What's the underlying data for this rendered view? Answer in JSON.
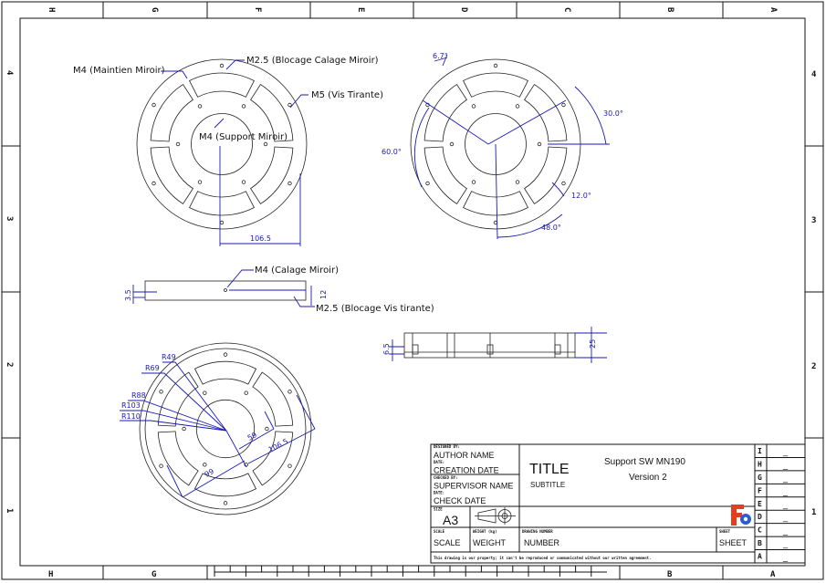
{
  "border": {
    "top_letters": [
      "H",
      "G",
      "F",
      "E",
      "D",
      "C",
      "B",
      "A"
    ],
    "bottom_letters": [
      "H",
      "G",
      "B",
      "A"
    ],
    "row_numbers": [
      "4",
      "3",
      "2",
      "1"
    ]
  },
  "views": {
    "top_left": {
      "labels": [
        "M4 (Maintien Miroir)",
        "M2.5 (Blocage Calage Miroir)",
        "M5 (Vis Tirante)",
        "M4 (Support Miroir)"
      ],
      "dim": "106.5"
    },
    "top_right": {
      "angles": [
        "6.7°",
        "30.0°",
        "60.0°",
        "12.0°",
        "48.0°"
      ]
    },
    "side_left": {
      "labels": [
        "M4 (Calage Miroir)",
        "M2.5 (Blocage Vis tirante)"
      ],
      "dims": [
        "3.5",
        "12"
      ]
    },
    "side_right": {
      "dims": [
        "6.5",
        "25"
      ]
    },
    "bottom": {
      "radii": [
        "R49",
        "R69",
        "R88",
        "R103",
        "R110"
      ],
      "dims": [
        "59",
        "106.5",
        "99"
      ]
    }
  },
  "title_block": {
    "designed_by_label": "DESIGNED BY:",
    "author": "AUTHOR NAME",
    "date_label": "DATE:",
    "creation_date": "CREATION DATE",
    "checked_by_label": "CHECKED BY:",
    "supervisor": "SUPERVISOR NAME",
    "date_label2": "DATE:",
    "check_date": "CHECK DATE",
    "size_label": "SIZE",
    "size": "A3",
    "title": "TITLE",
    "subtitle": "SUBTITLE",
    "name": "Support SW MN190",
    "version": "Version 2",
    "scale_label": "SCALE",
    "scale": "SCALE",
    "weight_label": "WEIGHT (kg)",
    "weight": "WEIGHT",
    "number_label": "DRAWING NUMBER",
    "number": "NUMBER",
    "sheet_label": "SHEET",
    "sheet": "SHEET",
    "disclaimer": "This drawing is our property; it can't be reproduced or communicated without our written agreement.",
    "revisions": [
      {
        "letter": "I",
        "value": "_"
      },
      {
        "letter": "H",
        "value": "_"
      },
      {
        "letter": "G",
        "value": "_"
      },
      {
        "letter": "F",
        "value": "_"
      },
      {
        "letter": "E",
        "value": "_"
      },
      {
        "letter": "D",
        "value": "_"
      },
      {
        "letter": "C",
        "value": "_"
      },
      {
        "letter": "B",
        "value": "_"
      },
      {
        "letter": "A",
        "value": "_"
      }
    ]
  },
  "colors": {
    "dimension": "#1a1ab4",
    "logo_red": "#e0401a",
    "logo_blue": "#2a5bd0"
  }
}
